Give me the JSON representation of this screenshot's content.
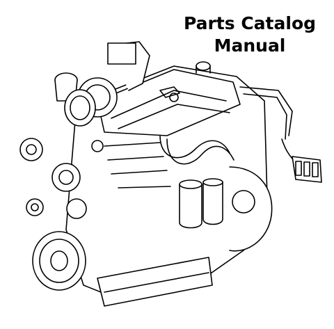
{
  "header": {
    "title_line1": "Parts Catalog",
    "title_line2": "Manual"
  },
  "illustration": {
    "subject": "engine-line-drawing",
    "stroke_color": "#000000",
    "fill_color": "#ffffff"
  }
}
